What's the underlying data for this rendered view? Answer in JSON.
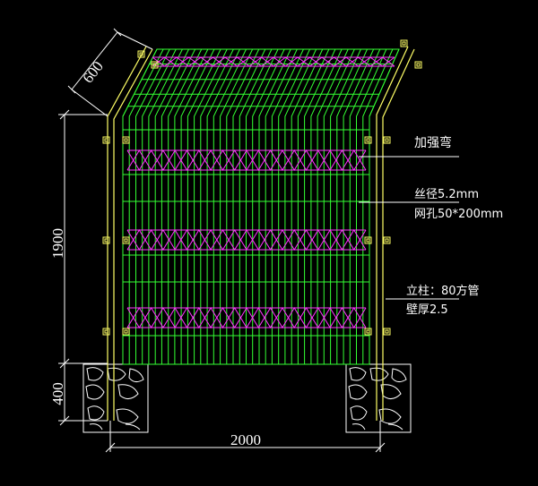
{
  "dimensions": {
    "top_bend": "600",
    "fence_height": "1900",
    "base_depth": "400",
    "fence_width": "2000"
  },
  "callouts": {
    "reinforcing_bend": "加强弯",
    "wire_diameter": "丝径5.2mm",
    "mesh_opening": "网孔50*200mm",
    "post_spec": "立柱：80方管",
    "wall_thickness": "壁厚2.5"
  },
  "colors": {
    "background": "#000000",
    "post": "#ffff66",
    "mesh": "#33ff33",
    "reinforcement": "#ff33ff",
    "dimension": "#ffffff"
  }
}
